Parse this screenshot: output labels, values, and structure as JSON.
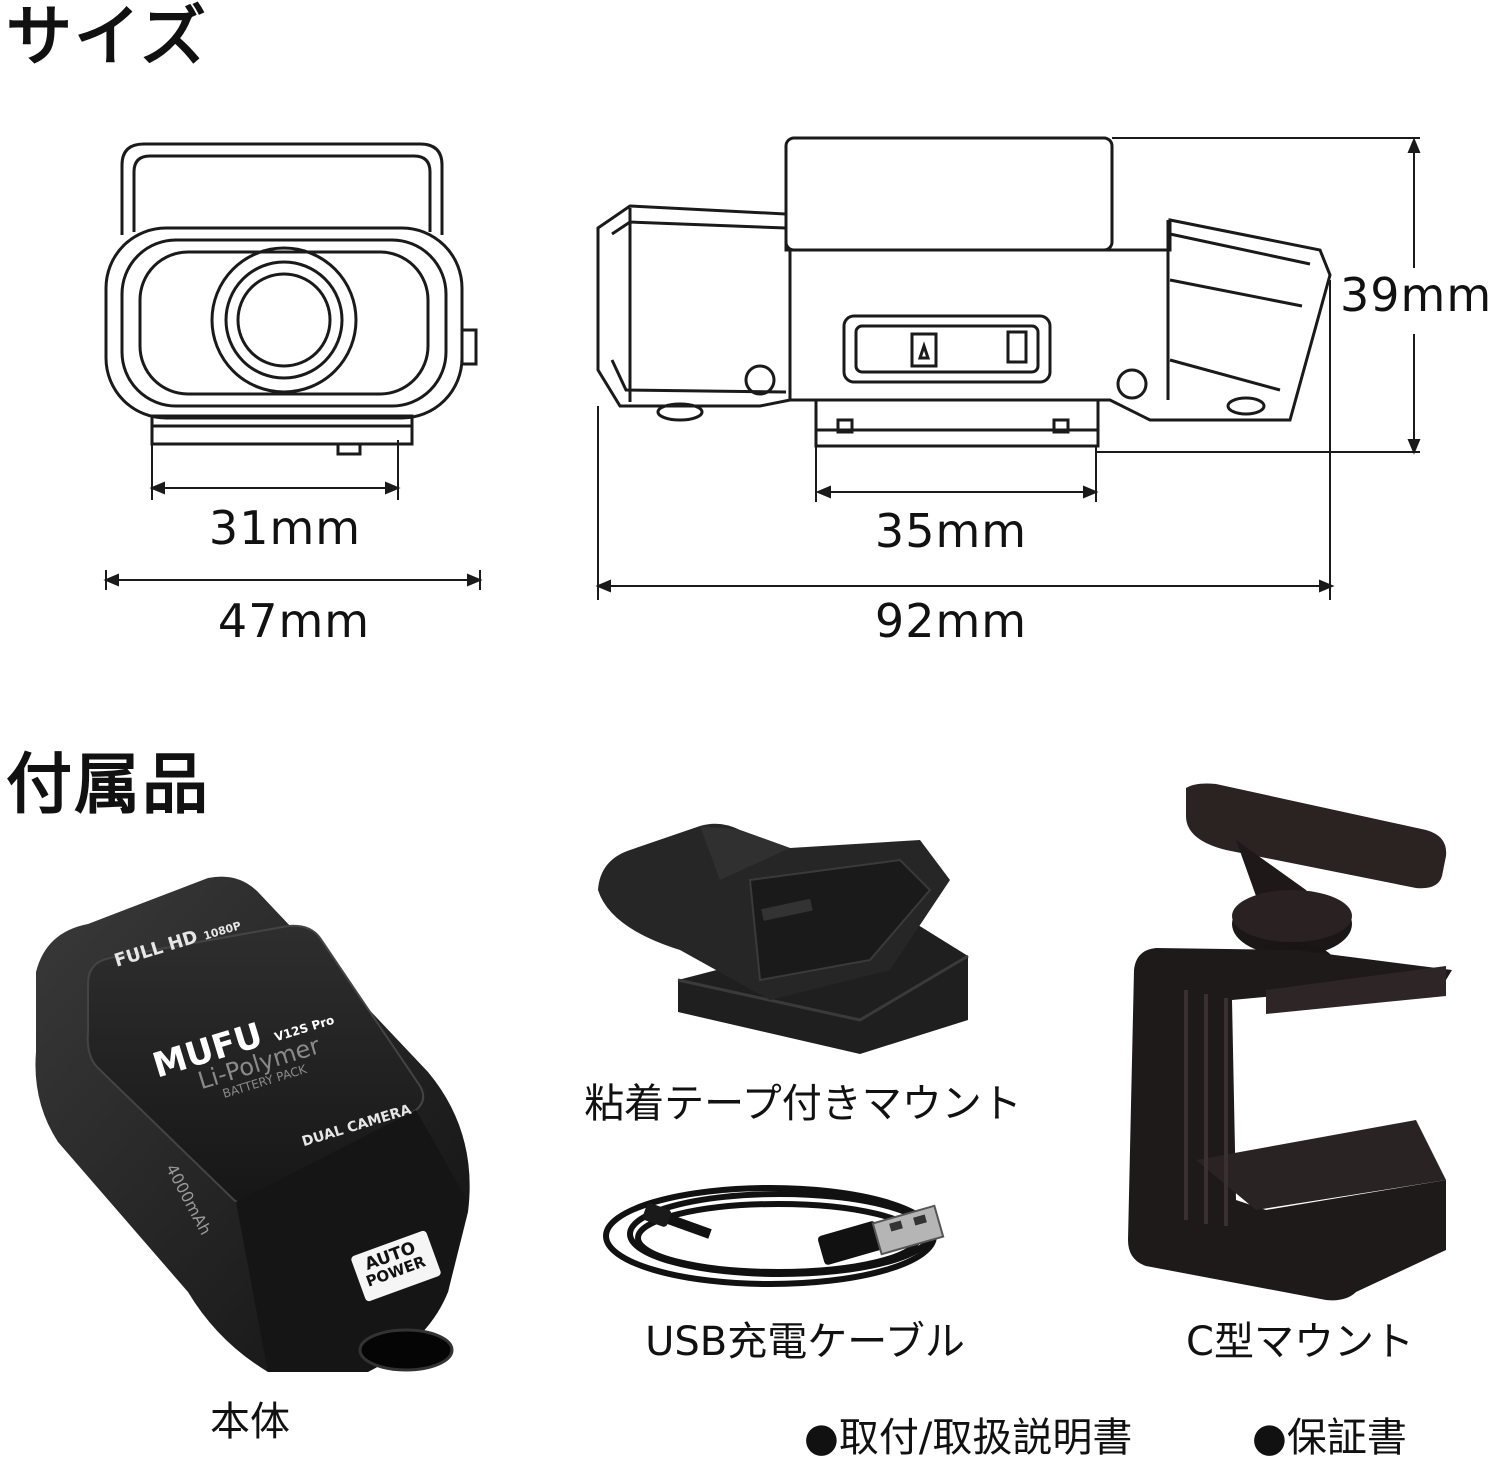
{
  "size_section": {
    "heading": "サイズ",
    "front_view": {
      "inner_width": "31mm",
      "outer_width": "47mm"
    },
    "side_view": {
      "height": "39mm",
      "mount_width": "35mm",
      "total_length": "92mm"
    }
  },
  "accessories_section": {
    "heading": "付属品",
    "items": [
      {
        "label": "本体",
        "product_text": {
          "brand": "MUFU",
          "model": "V12S Pro",
          "top": "FULL HD",
          "top_small": "1080P",
          "battery_1": "Li-Polymer",
          "battery_2": "BATTERY PACK",
          "camera": "DUAL CAMERA",
          "capacity": "4000mAh",
          "badge_1": "AUTO",
          "badge_2": "POWER"
        }
      },
      {
        "label": "粘着テープ付きマウント"
      },
      {
        "label": "USB充電ケーブル"
      },
      {
        "label": "C型マウント"
      }
    ],
    "notes": [
      "●取付/取扱説明書",
      "●保証書"
    ]
  }
}
